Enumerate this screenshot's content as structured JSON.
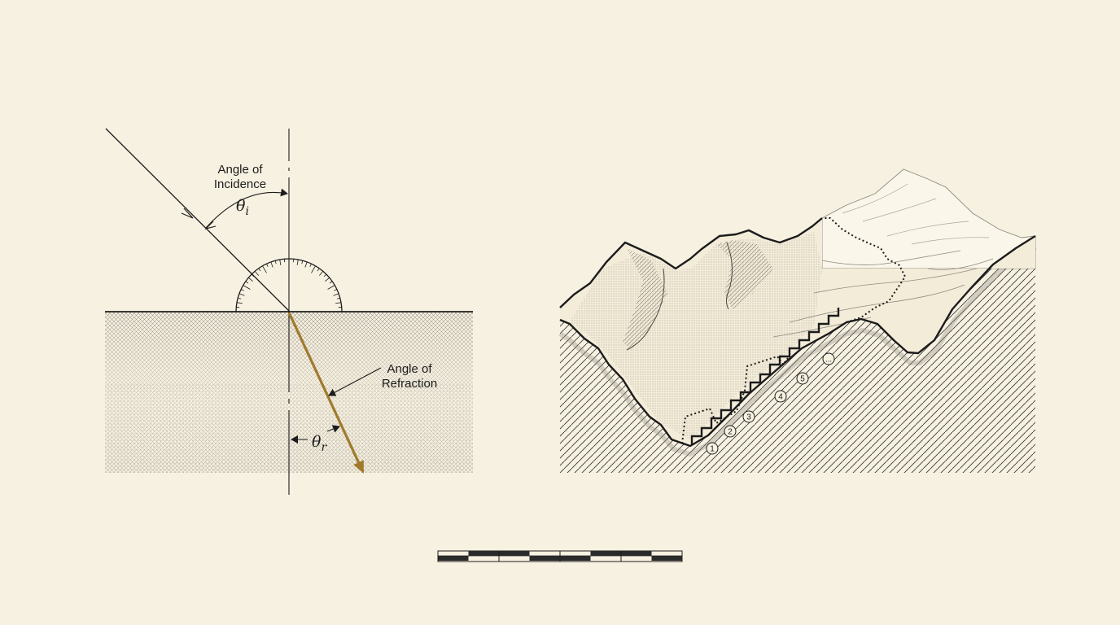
{
  "refraction": {
    "incidence_label_line1": "Angle of",
    "incidence_label_line2": "Incidence",
    "refraction_label_line1": "Angle of",
    "refraction_label_line2": "Refraction",
    "theta_i": "θ",
    "theta_i_sub": "i",
    "theta_r": "θ",
    "theta_r_sub": "r",
    "refracted_ray_color": "#a07a2c"
  },
  "terrain": {
    "step_markers": [
      "1",
      "2",
      "3",
      "4",
      "5",
      "..."
    ]
  },
  "scale_bar": {
    "segments": 4
  }
}
